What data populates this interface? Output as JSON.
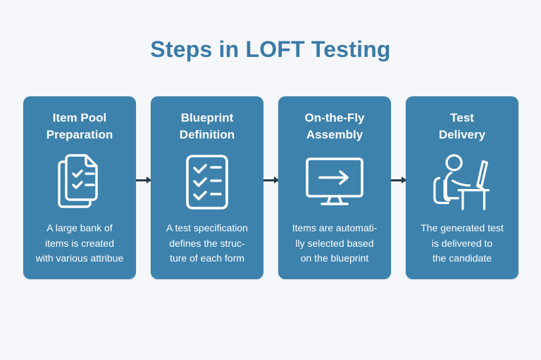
{
  "page": {
    "title": "Steps in LOFT Testing"
  },
  "colors": {
    "background": "#f5f7fa",
    "card_background": "#3d82ad",
    "title_text": "#3a7aa8",
    "card_text": "#ffffff",
    "connector": "#2d3b49"
  },
  "steps": [
    {
      "heading": "Item Pool\nPreparation",
      "icon": "documents-checklist-icon",
      "description": "A large bank of\nitems is created\nwith various attribue"
    },
    {
      "heading": "Blueprint\nDefinition",
      "icon": "checklist-icon",
      "description": "A test specification\ndefines the struc-\nture of each form"
    },
    {
      "heading": "On-the-Fly\nAssembly",
      "icon": "monitor-arrow-icon",
      "description": "Items are automati-\nlly selected based\non the blueprint"
    },
    {
      "heading": "Test\nDelivery",
      "icon": "person-at-computer-icon",
      "description": "The generated test\nis delivered to\nthe candidate"
    }
  ]
}
